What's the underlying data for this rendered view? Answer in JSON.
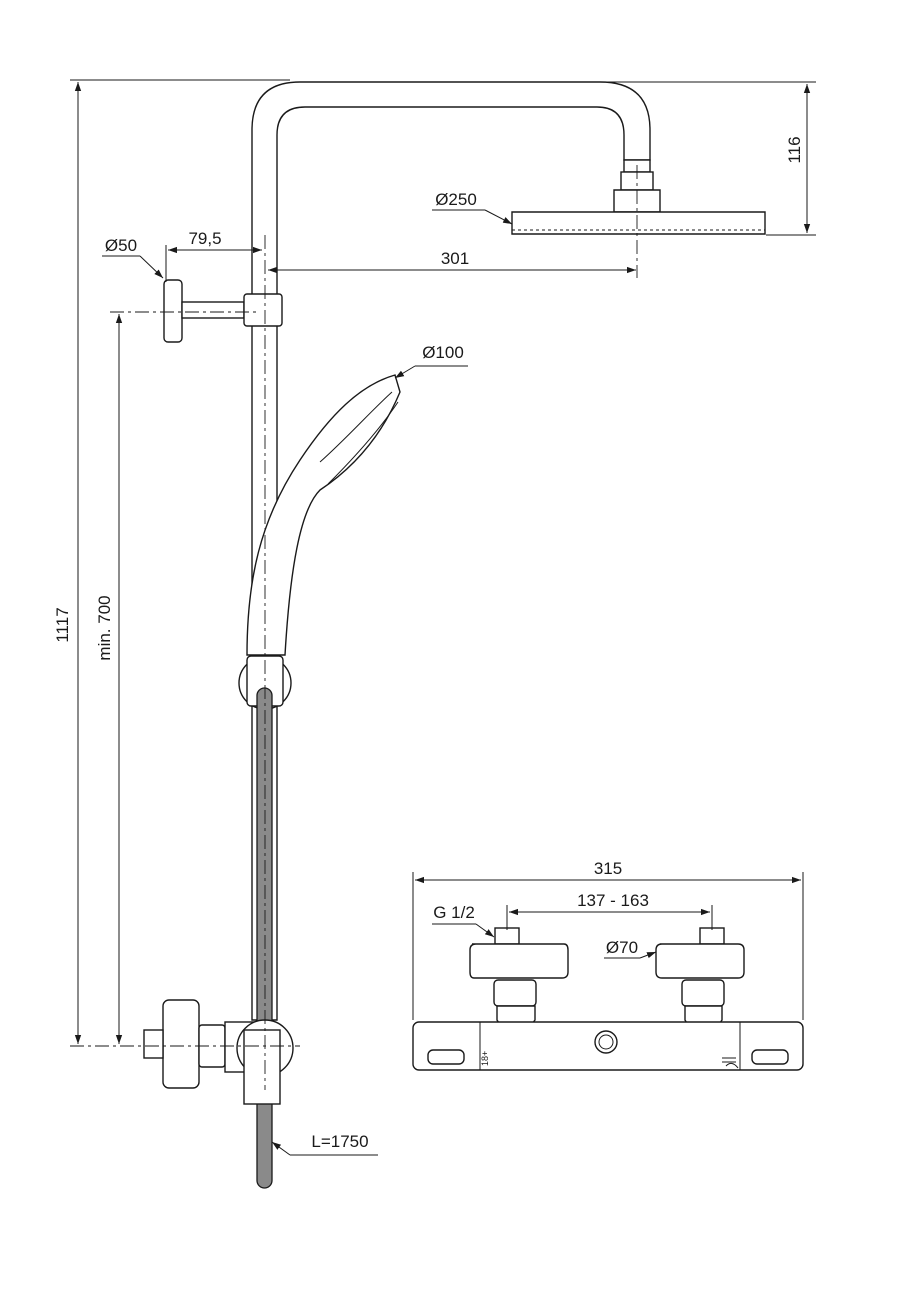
{
  "dimensions": {
    "total_height": "1117",
    "min_height": "min. 700",
    "wall_offset": "79,5",
    "arm_reach": "301",
    "overhead_height": "116",
    "wall_flange_diameter": "Ø50",
    "overhead_diameter": "Ø250",
    "handshower_diameter": "Ø100",
    "hose_length": "L=1750",
    "mixer_width": "315",
    "inlet_spacing": "137 - 163",
    "inlet_thread": "G 1/2",
    "escutcheon_diameter": "Ø70"
  }
}
